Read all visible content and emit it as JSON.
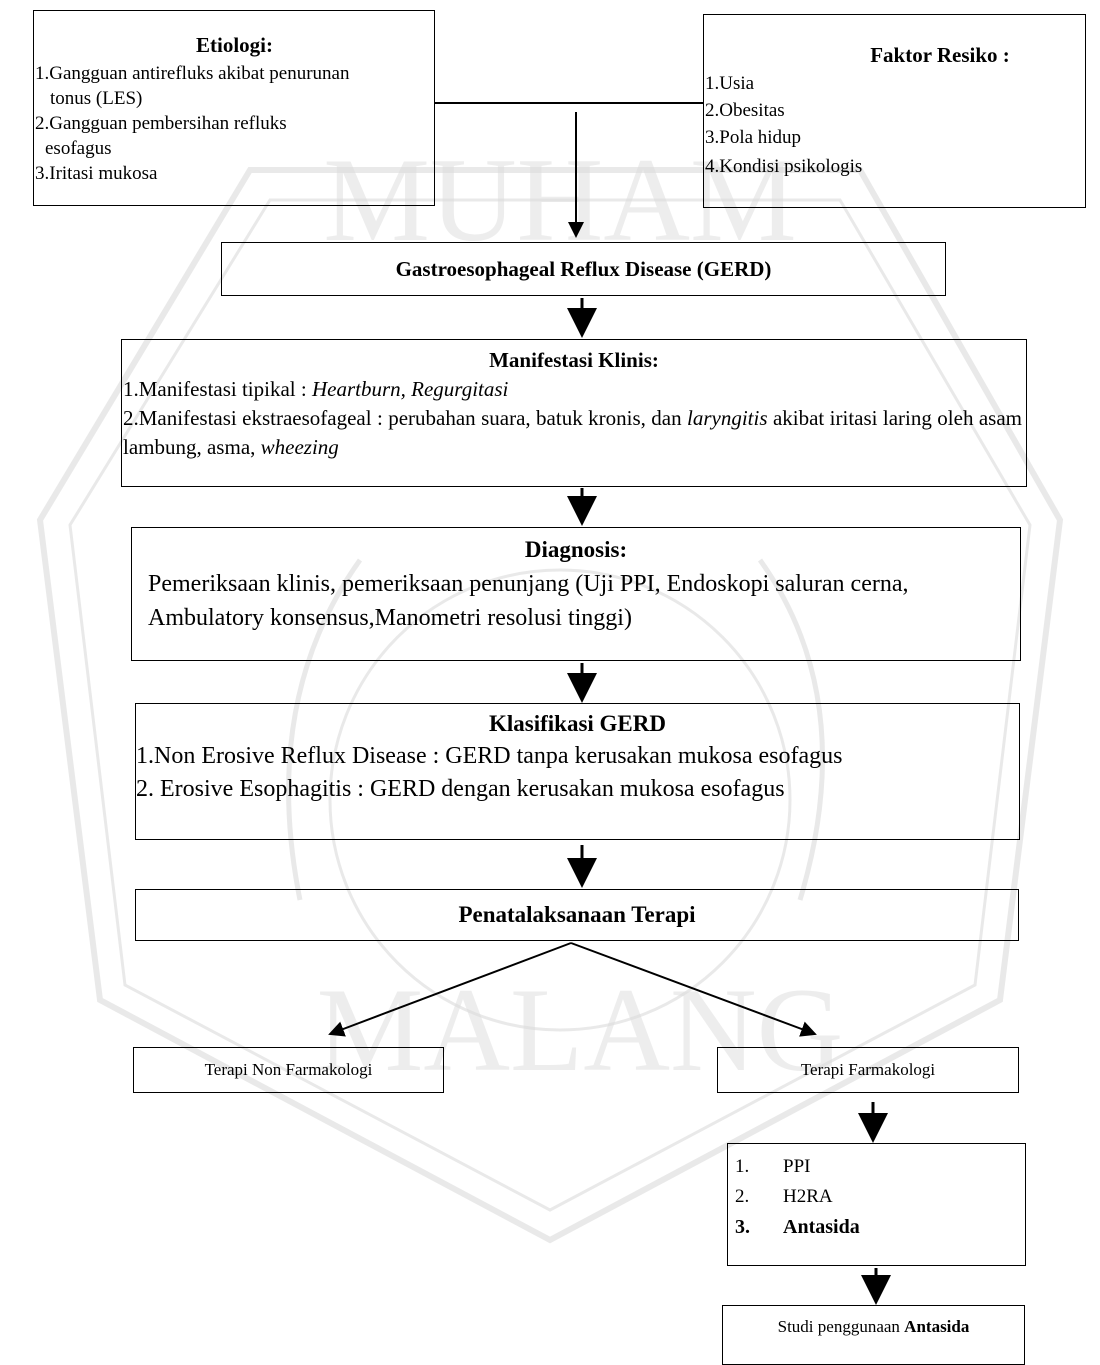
{
  "etiologi": {
    "title": "Etiologi:",
    "items": [
      [
        "1.Gangguan antirefluks akibat penurunan",
        "tonus (LES)"
      ],
      [
        "2.Gangguan pembersihan refluks",
        "esofagus"
      ],
      [
        "3.Iritasi mukosa"
      ]
    ]
  },
  "faktor_resiko": {
    "title": "Faktor Resiko :",
    "items": [
      "1.Usia",
      "2.Obesitas",
      "3.Pola hidup",
      "4.Kondisi psikologis"
    ]
  },
  "gerd": {
    "title": "Gastroesophageal Reflux Disease (GERD)"
  },
  "manifestasi": {
    "title": "Manifestasi Klinis:",
    "item1_prefix": "1.Manifestasi tipikal : ",
    "item1_italic": "Heartburn, Regurgitasi",
    "item2_prefix": "2.Manifestasi ekstraesofageal : perubahan suara, batuk kronis, dan ",
    "item2_italic1": "laryngitis",
    "item2_middle": " akibat iritasi laring oleh asam lambung, asma, ",
    "item2_italic2": "wheezing"
  },
  "diagnosis": {
    "title": "Diagnosis:",
    "body": "Pemeriksaan klinis, pemeriksaan penunjang (Uji PPI, Endoskopi saluran cerna, Ambulatory konsensus,Manometri resolusi tinggi)"
  },
  "klasifikasi": {
    "title": "Klasifikasi GERD",
    "items": [
      "1.Non Erosive Reflux Disease : GERD tanpa kerusakan mukosa esofagus",
      "2. Erosive Esophagitis : GERD dengan kerusakan mukosa esofagus"
    ]
  },
  "terapi": {
    "title": "Penatalaksanaan Terapi"
  },
  "non_farmakologi": {
    "label": "Terapi Non Farmakologi"
  },
  "farmakologi": {
    "label": "Terapi Farmakologi"
  },
  "obat": {
    "items": [
      {
        "num": "1.",
        "label": "PPI"
      },
      {
        "num": "2.",
        "label": "H2RA"
      },
      {
        "num": "3.",
        "label": "Antasida"
      }
    ]
  },
  "studi": {
    "prefix": "Studi penggunaan ",
    "bold": "Antasida"
  },
  "watermark_text": [
    "MUHAM",
    "MALANG"
  ]
}
